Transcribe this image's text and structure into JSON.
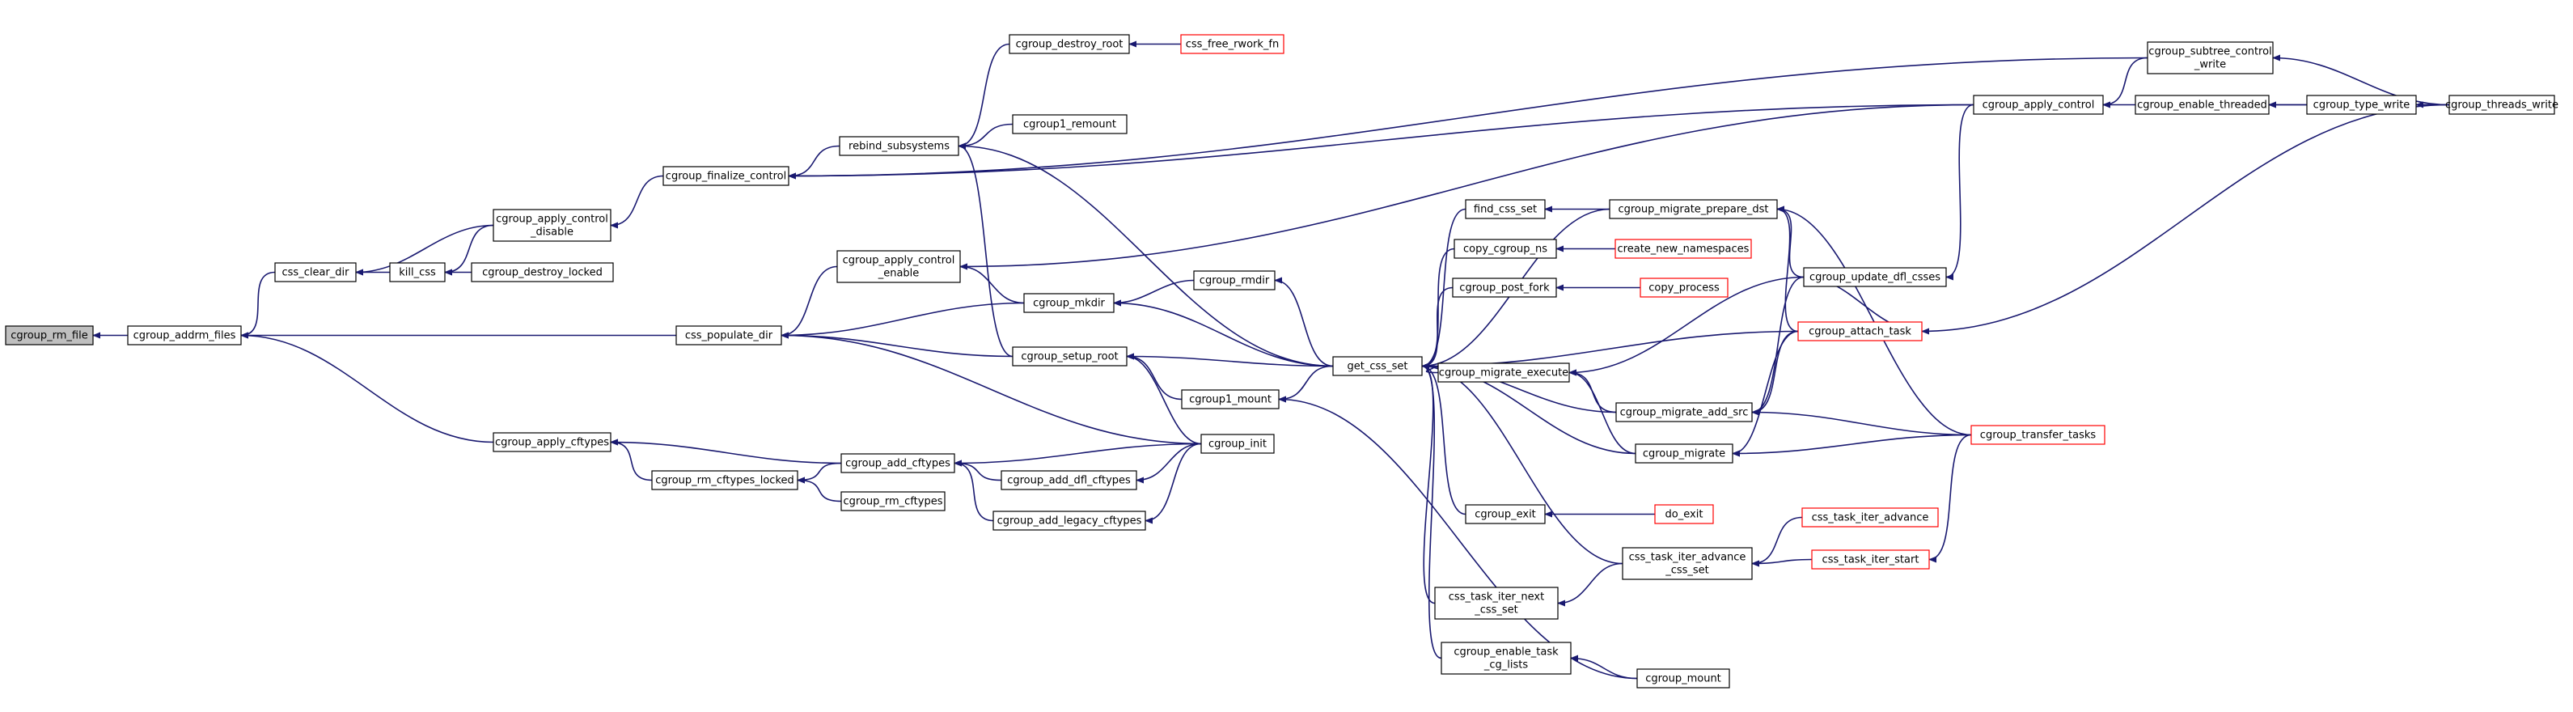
{
  "graph": {
    "edge_color": "#191970",
    "truncated_node_color": "#ff0000",
    "root_fill": "#bfbfbf",
    "nodes": [
      {
        "id": "n0",
        "lines": [
          "cgroup_rm_file"
        ],
        "root": true
      },
      {
        "id": "n1",
        "lines": [
          "cgroup_addrm_files"
        ]
      },
      {
        "id": "n2",
        "lines": [
          "css_clear_dir"
        ]
      },
      {
        "id": "n3",
        "lines": [
          "kill_css"
        ]
      },
      {
        "id": "n4",
        "lines": [
          "cgroup_apply_control",
          "_disable"
        ]
      },
      {
        "id": "n5",
        "lines": [
          "cgroup_destroy_locked"
        ]
      },
      {
        "id": "n6",
        "lines": [
          "cgroup_finalize_control"
        ]
      },
      {
        "id": "n7",
        "lines": [
          "rebind_subsystems"
        ]
      },
      {
        "id": "n8",
        "lines": [
          "cgroup_destroy_root"
        ]
      },
      {
        "id": "n9",
        "lines": [
          "css_free_rwork_fn"
        ],
        "red": true
      },
      {
        "id": "n10",
        "lines": [
          "cgroup1_remount"
        ]
      },
      {
        "id": "n11",
        "lines": [
          "css_populate_dir"
        ]
      },
      {
        "id": "n12",
        "lines": [
          "cgroup_apply_control",
          "_enable"
        ]
      },
      {
        "id": "n13",
        "lines": [
          "cgroup_mkdir"
        ]
      },
      {
        "id": "n14",
        "lines": [
          "cgroup_rmdir"
        ]
      },
      {
        "id": "n15",
        "lines": [
          "cgroup_setup_root"
        ]
      },
      {
        "id": "n16",
        "lines": [
          "cgroup1_mount"
        ]
      },
      {
        "id": "n17",
        "lines": [
          "cgroup_init"
        ]
      },
      {
        "id": "n18",
        "lines": [
          "cgroup_apply_cftypes"
        ]
      },
      {
        "id": "n19",
        "lines": [
          "cgroup_rm_cftypes_locked"
        ]
      },
      {
        "id": "n20",
        "lines": [
          "cgroup_add_cftypes"
        ]
      },
      {
        "id": "n21",
        "lines": [
          "cgroup_rm_cftypes"
        ]
      },
      {
        "id": "n22",
        "lines": [
          "cgroup_add_dfl_cftypes"
        ]
      },
      {
        "id": "n23",
        "lines": [
          "cgroup_add_legacy_cftypes"
        ]
      },
      {
        "id": "n24",
        "lines": [
          "get_css_set"
        ]
      },
      {
        "id": "n25",
        "lines": [
          "find_css_set"
        ]
      },
      {
        "id": "n26",
        "lines": [
          "copy_cgroup_ns"
        ]
      },
      {
        "id": "n27",
        "lines": [
          "cgroup_post_fork"
        ]
      },
      {
        "id": "n28",
        "lines": [
          "cgroup_migrate_execute"
        ]
      },
      {
        "id": "n29",
        "lines": [
          "cgroup_exit"
        ]
      },
      {
        "id": "n30",
        "lines": [
          "css_task_iter_next",
          "_css_set"
        ]
      },
      {
        "id": "n31",
        "lines": [
          "cgroup_enable_task",
          "_cg_lists"
        ]
      },
      {
        "id": "n32",
        "lines": [
          "cgroup_migrate_prepare_dst"
        ]
      },
      {
        "id": "n33",
        "lines": [
          "create_new_namespaces"
        ],
        "red": true
      },
      {
        "id": "n34",
        "lines": [
          "copy_process"
        ],
        "red": true
      },
      {
        "id": "n35",
        "lines": [
          "cgroup_migrate_add_src"
        ]
      },
      {
        "id": "n36",
        "lines": [
          "cgroup_migrate"
        ]
      },
      {
        "id": "n37",
        "lines": [
          "do_exit"
        ],
        "red": true
      },
      {
        "id": "n38",
        "lines": [
          "css_task_iter_advance",
          "_css_set"
        ]
      },
      {
        "id": "n39",
        "lines": [
          "cgroup_mount"
        ]
      },
      {
        "id": "n40",
        "lines": [
          "cgroup_apply_control"
        ]
      },
      {
        "id": "n41",
        "lines": [
          "cgroup_update_dfl_csses"
        ]
      },
      {
        "id": "n42",
        "lines": [
          "cgroup_attach_task"
        ],
        "red": true
      },
      {
        "id": "n43",
        "lines": [
          "css_task_iter_advance"
        ],
        "red": true
      },
      {
        "id": "n44",
        "lines": [
          "css_task_iter_start"
        ],
        "red": true
      },
      {
        "id": "n45",
        "lines": [
          "cgroup_transfer_tasks"
        ],
        "red": true
      },
      {
        "id": "n46",
        "lines": [
          "cgroup_subtree_control",
          "_write"
        ]
      },
      {
        "id": "n47",
        "lines": [
          "cgroup_enable_threaded"
        ]
      },
      {
        "id": "n48",
        "lines": [
          "cgroup_type_write"
        ]
      },
      {
        "id": "n49",
        "lines": [
          "cgroup_threads_write"
        ]
      }
    ],
    "edges": [
      [
        "n1",
        "n0"
      ],
      [
        "n2",
        "n1"
      ],
      [
        "n11",
        "n1"
      ],
      [
        "n18",
        "n1"
      ],
      [
        "n3",
        "n2"
      ],
      [
        "n4",
        "n2"
      ],
      [
        "n4",
        "n3"
      ],
      [
        "n5",
        "n3"
      ],
      [
        "n6",
        "n4"
      ],
      [
        "n7",
        "n6"
      ],
      [
        "n40",
        "n6"
      ],
      [
        "n46",
        "n6"
      ],
      [
        "n8",
        "n7"
      ],
      [
        "n10",
        "n7"
      ],
      [
        "n15",
        "n7"
      ],
      [
        "n24",
        "n7"
      ],
      [
        "n9",
        "n8"
      ],
      [
        "n12",
        "n11"
      ],
      [
        "n13",
        "n11"
      ],
      [
        "n15",
        "n11"
      ],
      [
        "n17",
        "n11"
      ],
      [
        "n40",
        "n12"
      ],
      [
        "n13",
        "n12"
      ],
      [
        "n14",
        "n13"
      ],
      [
        "n24",
        "n13"
      ],
      [
        "n24",
        "n14"
      ],
      [
        "n16",
        "n15"
      ],
      [
        "n17",
        "n15"
      ],
      [
        "n24",
        "n15"
      ],
      [
        "n24",
        "n16"
      ],
      [
        "n39",
        "n16"
      ],
      [
        "n19",
        "n18"
      ],
      [
        "n20",
        "n18"
      ],
      [
        "n20",
        "n19"
      ],
      [
        "n21",
        "n19"
      ],
      [
        "n17",
        "n20"
      ],
      [
        "n22",
        "n20"
      ],
      [
        "n23",
        "n20"
      ],
      [
        "n17",
        "n22"
      ],
      [
        "n17",
        "n23"
      ],
      [
        "n25",
        "n24"
      ],
      [
        "n26",
        "n24"
      ],
      [
        "n27",
        "n24"
      ],
      [
        "n28",
        "n24"
      ],
      [
        "n29",
        "n24"
      ],
      [
        "n30",
        "n24"
      ],
      [
        "n31",
        "n24"
      ],
      [
        "n32",
        "n24"
      ],
      [
        "n35",
        "n24"
      ],
      [
        "n36",
        "n24"
      ],
      [
        "n38",
        "n24"
      ],
      [
        "n42",
        "n24"
      ],
      [
        "n32",
        "n25"
      ],
      [
        "n33",
        "n26"
      ],
      [
        "n34",
        "n27"
      ],
      [
        "n35",
        "n28"
      ],
      [
        "n36",
        "n28"
      ],
      [
        "n41",
        "n28"
      ],
      [
        "n37",
        "n29"
      ],
      [
        "n38",
        "n30"
      ],
      [
        "n39",
        "n31"
      ],
      [
        "n41",
        "n32"
      ],
      [
        "n42",
        "n32"
      ],
      [
        "n45",
        "n32"
      ],
      [
        "n41",
        "n35"
      ],
      [
        "n42",
        "n35"
      ],
      [
        "n45",
        "n35"
      ],
      [
        "n42",
        "n36"
      ],
      [
        "n45",
        "n36"
      ],
      [
        "n43",
        "n38"
      ],
      [
        "n44",
        "n38"
      ],
      [
        "n40",
        "n41"
      ],
      [
        "n42",
        "n41"
      ],
      [
        "n49",
        "n42"
      ],
      [
        "n45",
        "n44"
      ],
      [
        "n46",
        "n40"
      ],
      [
        "n47",
        "n40"
      ],
      [
        "n48",
        "n47"
      ],
      [
        "n49",
        "n47"
      ],
      [
        "n49",
        "n46"
      ],
      [
        "n49",
        "n48"
      ]
    ]
  }
}
